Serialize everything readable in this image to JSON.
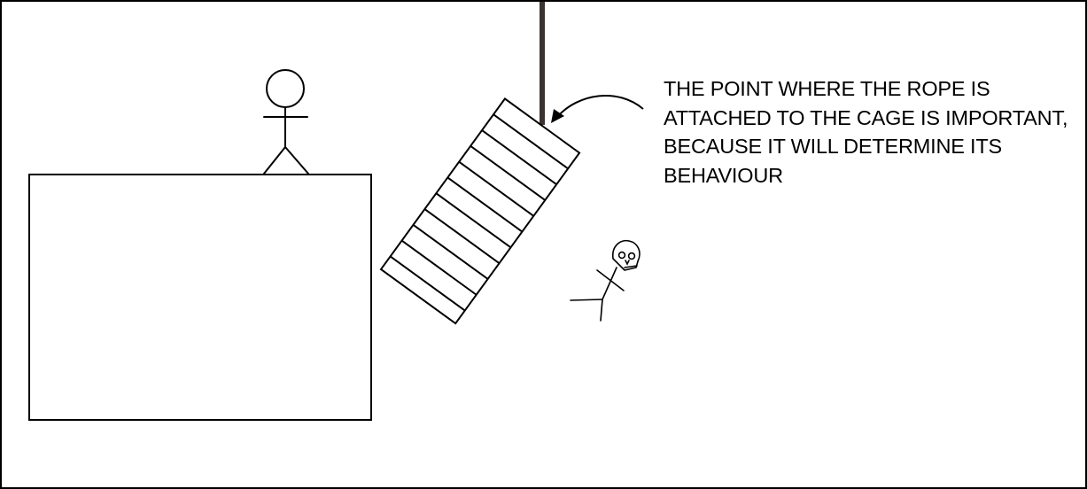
{
  "annotation": {
    "lines": [
      "THE POINT WHERE THE ROPE IS",
      "ATTACHED TO THE CAGE IS IMPORTANT,",
      "BECAUSE IT WILL DETERMINE ITS",
      "BEHAVIOUR"
    ]
  },
  "colors": {
    "background": "#ffffff",
    "ink": "#000000",
    "rope": "#3b3330"
  },
  "icons": {
    "arrow": "curved-arrow-icon",
    "skull": "skull-icon"
  }
}
